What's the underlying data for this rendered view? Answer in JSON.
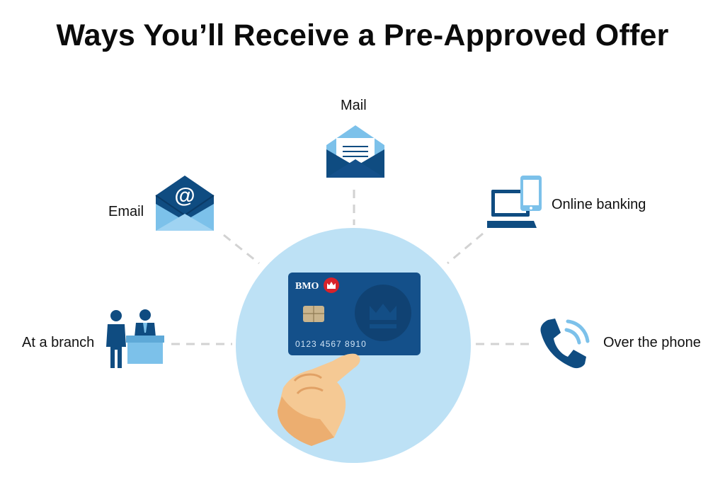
{
  "title": "Ways You’ll Receive a Pre-Approved Offer",
  "channels": {
    "mail": "Mail",
    "email": "Email",
    "online_banking": "Online banking",
    "branch": "At a branch",
    "phone": "Over the phone"
  },
  "card": {
    "brand": "BMO",
    "number": "0123 4567 8910"
  },
  "icons": {
    "mail": "envelope-open-icon",
    "email": "email-at-icon",
    "online_banking": "laptop-phone-icon",
    "branch": "bank-teller-icon",
    "phone": "phone-icon",
    "card": "credit-card-icon",
    "hand": "pointing-hand-icon"
  },
  "colors": {
    "navy": "#0f4c81",
    "light_blue": "#7cc1ea",
    "circle": "#bde1f5",
    "card": "#14508a",
    "bmo_red": "#d8222a"
  }
}
